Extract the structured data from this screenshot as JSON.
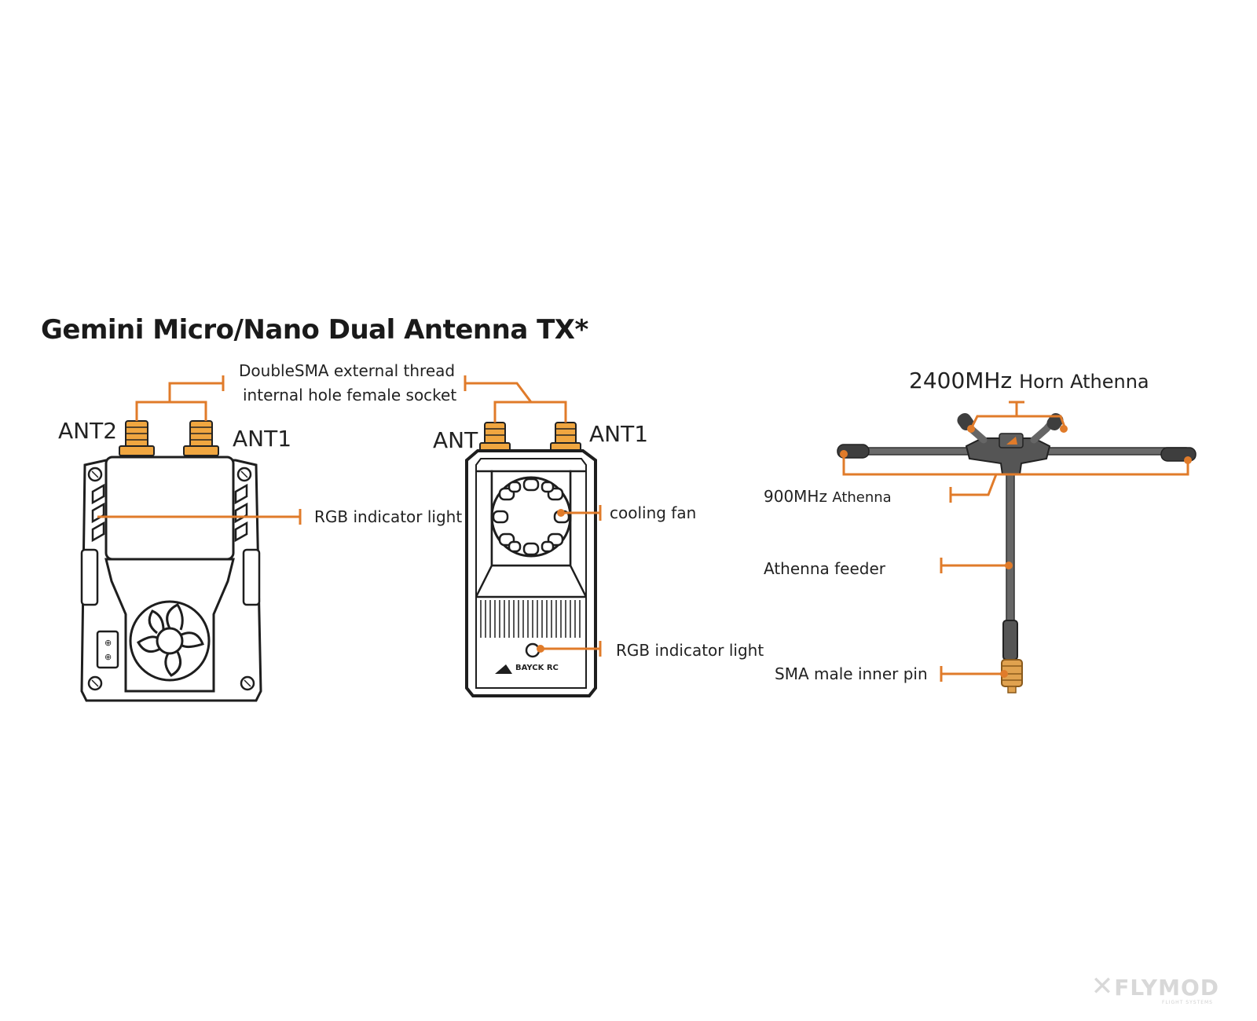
{
  "title": "Gemini Micro/Nano Dual Antenna TX*",
  "left_device": {
    "ant2_label": "ANT2",
    "ant1_label": "ANT1",
    "connector_label_line1": "DoubleSMA external thread",
    "connector_label_line2": "internal hole female socket",
    "rgb_label": "RGB indicator light"
  },
  "middle_device": {
    "ant_label_left": "ANT",
    "ant1_label": "ANT1",
    "fan_label": "cooling fan",
    "rgb_label": "RGB indicator light",
    "brand": "BAYCK RC"
  },
  "antenna": {
    "horn_freq": "2400MHz",
    "horn_label": "Horn Athenna",
    "low_freq": "900MHz",
    "low_label": "Athenna",
    "feeder_label": "Athenna feeder",
    "sma_label": "SMA male inner pin"
  },
  "watermark": {
    "text": "FLYMOD",
    "sub": "FLIGHT SYSTEMS"
  },
  "colors": {
    "accent": "#e07b2a",
    "outline": "#1e1e1e",
    "connector": "#f0a640",
    "antenna_body": "#555555"
  }
}
